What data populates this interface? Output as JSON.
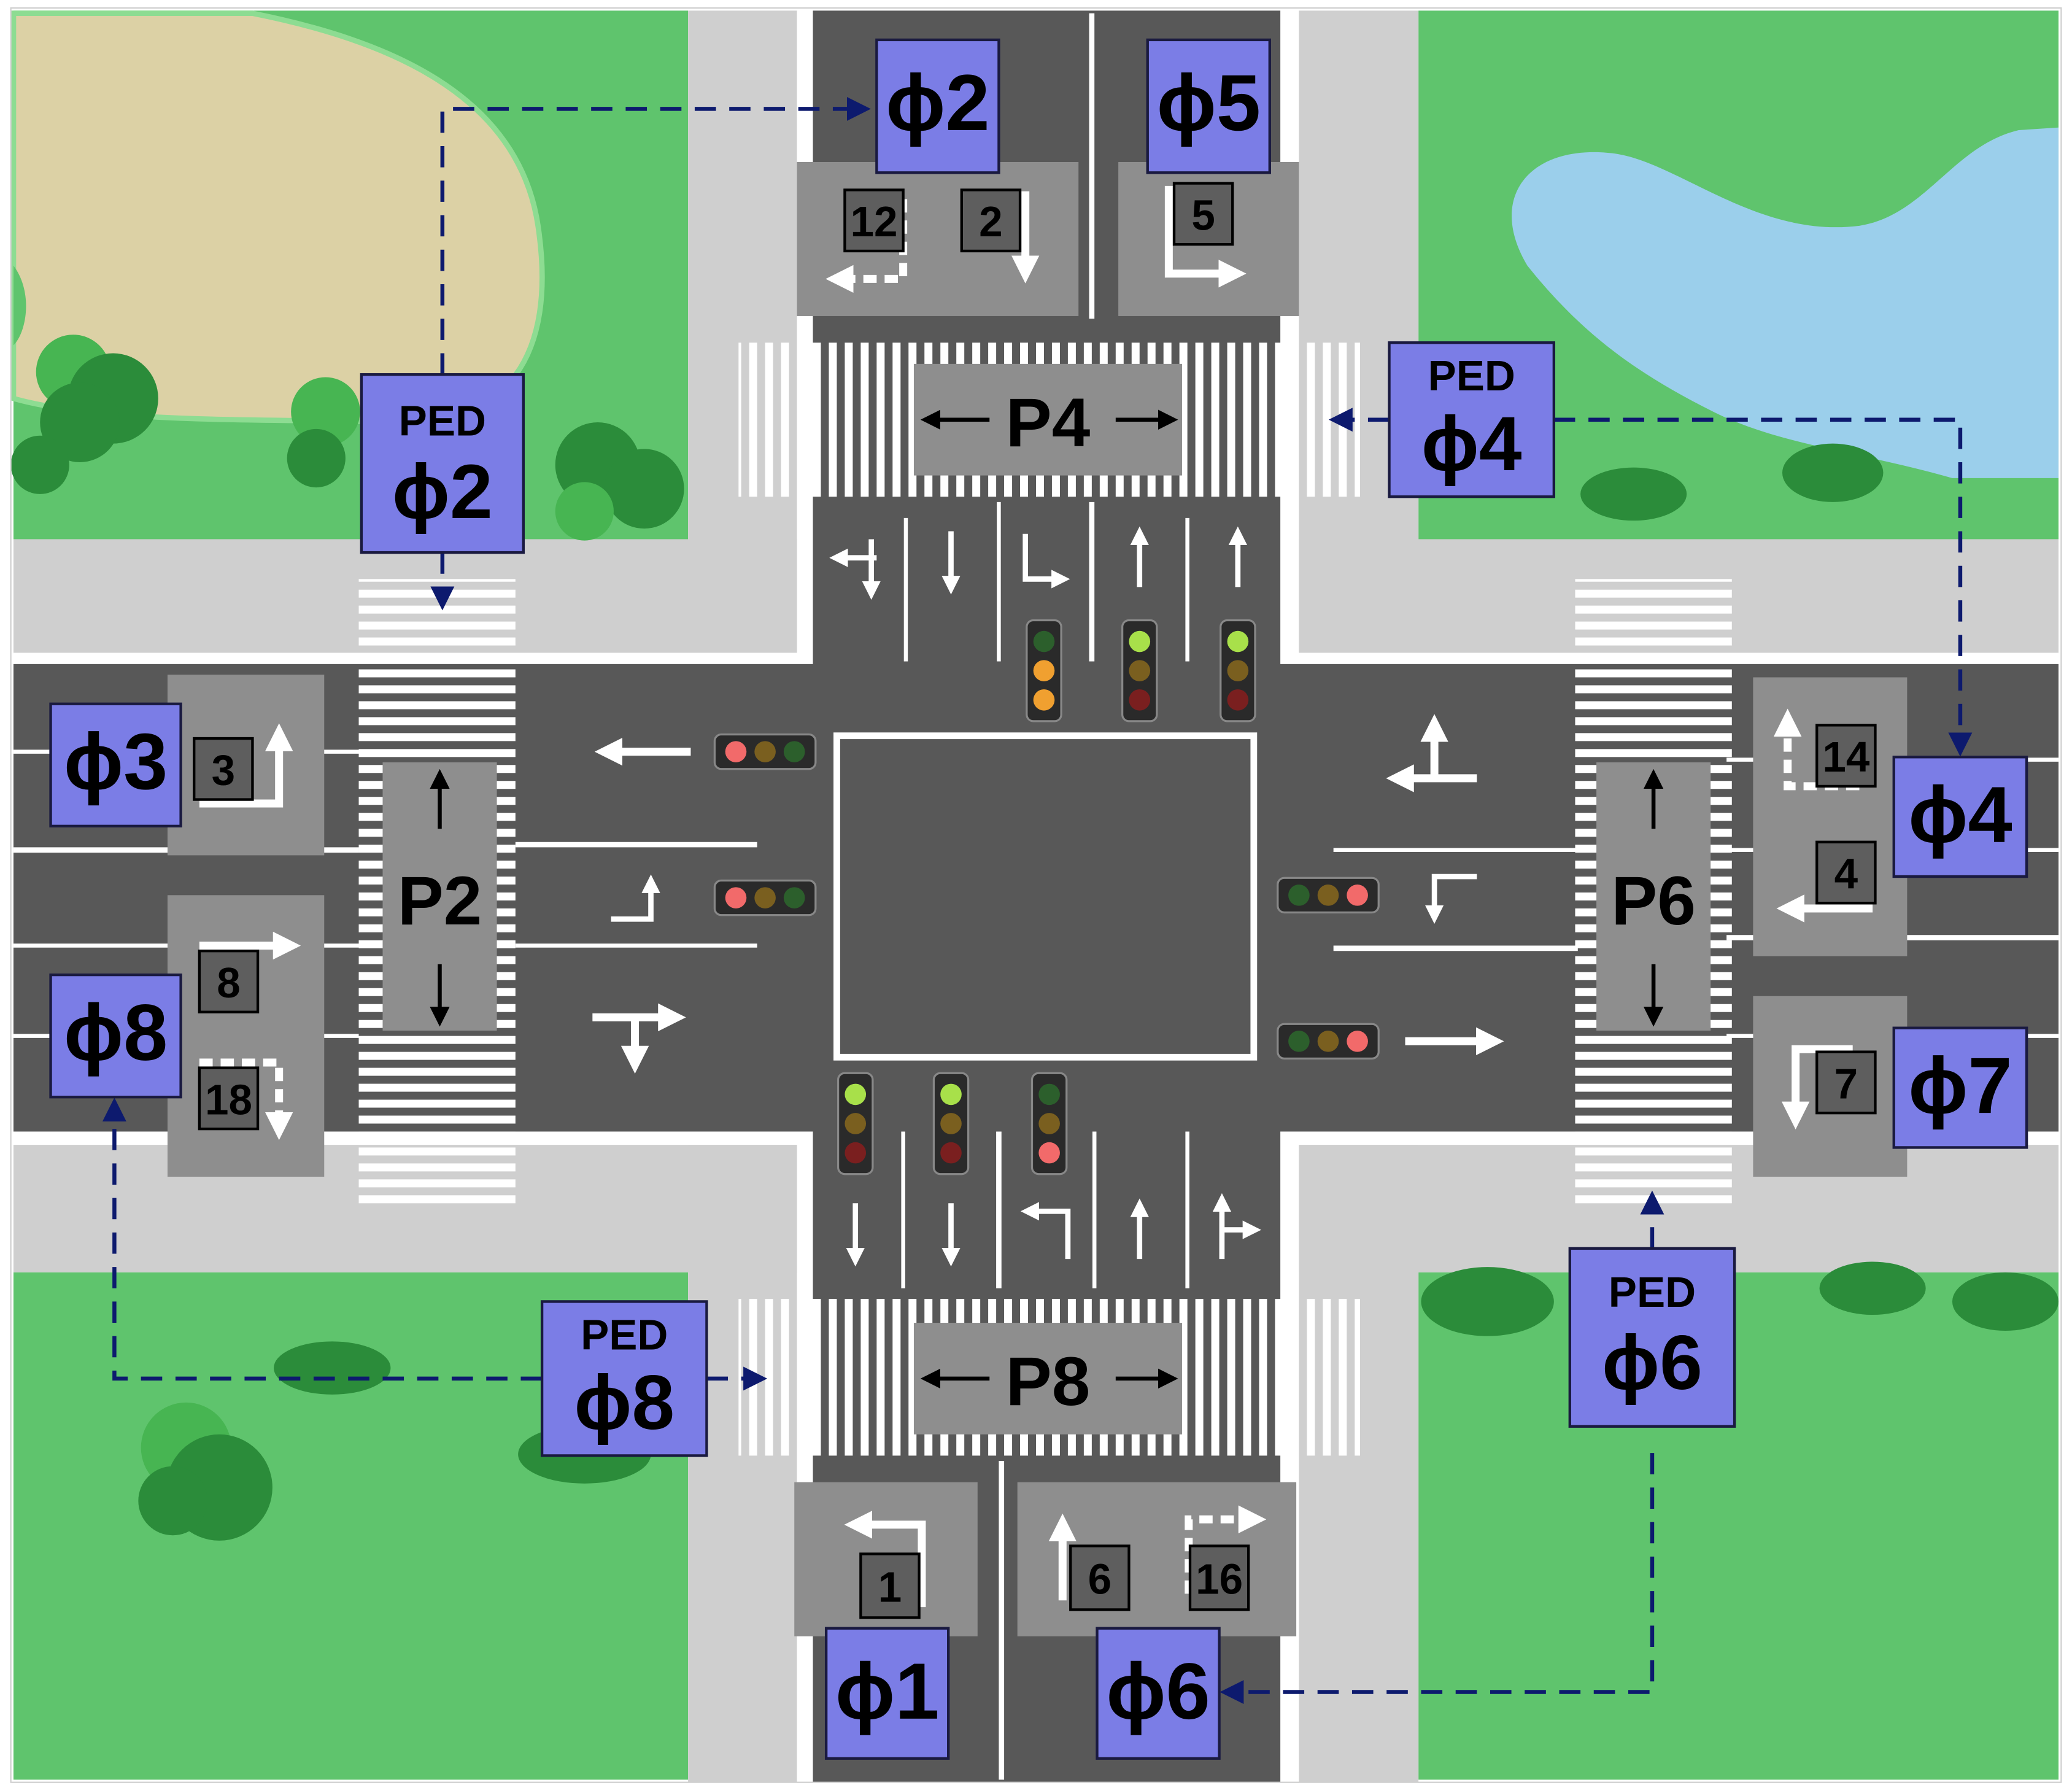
{
  "colors": {
    "grass": "#5fc46d",
    "grass_edge": "#8ddc92",
    "sand": "#dcd1a5",
    "water": "#9bcfeb",
    "sidewalk": "#cfcfcf",
    "road": "#585858",
    "road_dark": "#4a4a4a",
    "marking": "#ffffff",
    "lane_box": "#8e8e8e",
    "phase_box": "#7b7de6",
    "phase_border": "#1a1a40",
    "number_box": "#5e5e5e",
    "dashed_link": "#0d1a6e",
    "bush_light": "#47b552",
    "bush_dark": "#2b8c3a"
  },
  "phases": {
    "phi1": "ϕ1",
    "phi2": "ϕ2",
    "phi3": "ϕ3",
    "phi4": "ϕ4",
    "phi5": "ϕ5",
    "phi6": "ϕ6",
    "phi7": "ϕ7",
    "phi8": "ϕ8"
  },
  "ped_phases": {
    "ped_label": "PED",
    "ped2": "ϕ2",
    "ped4": "ϕ4",
    "ped6": "ϕ6",
    "ped8": "ϕ8"
  },
  "movements": {
    "m1": "1",
    "m2": "2",
    "m3": "3",
    "m4": "4",
    "m5": "5",
    "m6": "6",
    "m7": "7",
    "m8": "8",
    "m12": "12",
    "m14": "14",
    "m16": "16",
    "m18": "18"
  },
  "crosswalks": {
    "p2": "P2",
    "p4": "P4",
    "p6": "P6",
    "p8": "P8"
  },
  "signals": [
    {
      "id": "north-1",
      "active": "amber-red"
    },
    {
      "id": "north-2",
      "active": "green"
    },
    {
      "id": "north-3",
      "active": "green"
    },
    {
      "id": "west-1",
      "active": "red"
    },
    {
      "id": "west-2",
      "active": "red"
    },
    {
      "id": "east-1",
      "active": "red"
    },
    {
      "id": "east-2",
      "active": "red"
    },
    {
      "id": "south-1",
      "active": "green"
    },
    {
      "id": "south-2",
      "active": "green"
    },
    {
      "id": "south-3",
      "active": "red"
    }
  ]
}
